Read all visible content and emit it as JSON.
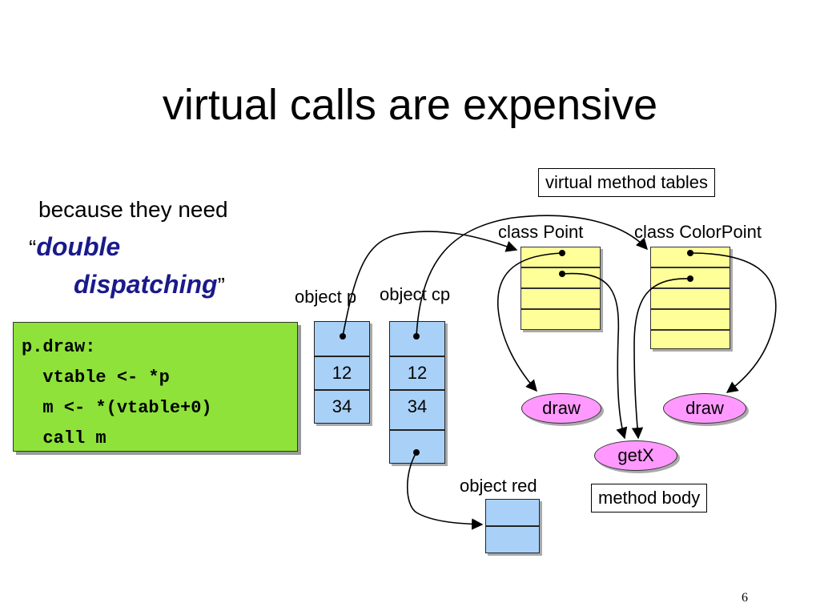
{
  "slide": {
    "title": "virtual calls are expensive",
    "page_number": "6"
  },
  "intro": {
    "line1": "because they need",
    "open_quote": "“",
    "emph1": "double",
    "emph2": "dispatching",
    "close_quote": "”"
  },
  "code": {
    "lines": [
      "p.draw:",
      "  vtable <- *p",
      "  m <- *(vtable+0)",
      "  call m"
    ]
  },
  "labels": {
    "vmt": "virtual method tables",
    "class_point": "class Point",
    "class_colorpoint": "class ColorPoint",
    "object_p": "object p",
    "object_cp": "object cp",
    "object_red": "object red",
    "method_body": "method body"
  },
  "object_p": {
    "fields": [
      "12",
      "34"
    ]
  },
  "object_cp": {
    "fields": [
      "12",
      "34"
    ]
  },
  "methods": {
    "draw_point": "draw",
    "draw_colorpoint": "draw",
    "getx": "getX"
  },
  "colors": {
    "code_bg": "#8ee23a",
    "object_cell": "#a9d1f7",
    "vtable_cell": "#ffff99",
    "method_oval": "#ff99ff",
    "emphasis_text": "#1a1a8c"
  }
}
